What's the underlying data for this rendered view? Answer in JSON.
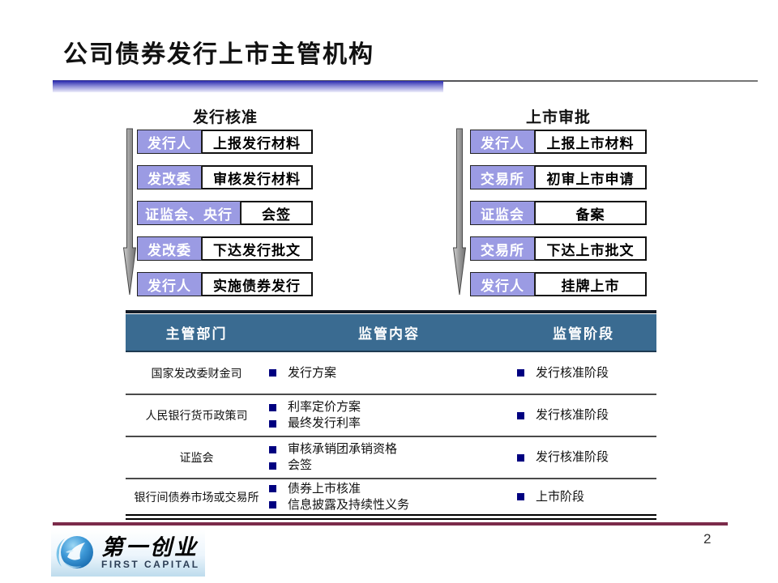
{
  "slide": {
    "title": "公司债券发行上市主管机构",
    "page_number": "2"
  },
  "flowcharts": [
    {
      "title": "发行核准",
      "steps": [
        {
          "actor": "发行人",
          "action": "上报发行材料",
          "wide": false
        },
        {
          "actor": "发改委",
          "action": "审核发行材料",
          "wide": false
        },
        {
          "actor": "证监会、央行",
          "action": "会签",
          "wide": true
        },
        {
          "actor": "发改委",
          "action": "下达发行批文",
          "wide": false
        },
        {
          "actor": "发行人",
          "action": "实施债券发行",
          "wide": false
        }
      ]
    },
    {
      "title": "上市审批",
      "steps": [
        {
          "actor": "发行人",
          "action": "上报上市材料",
          "wide": false
        },
        {
          "actor": "交易所",
          "action": "初审上市申请",
          "wide": false
        },
        {
          "actor": "证监会",
          "action": "备案",
          "wide": false
        },
        {
          "actor": "交易所",
          "action": "下达上市批文",
          "wide": false
        },
        {
          "actor": "发行人",
          "action": "挂牌上市",
          "wide": false
        }
      ]
    }
  ],
  "table": {
    "headers": [
      "主管部门",
      "监管内容",
      "监管阶段"
    ],
    "rows": [
      {
        "department": "国家发改委财金司",
        "contents": [
          "发行方案"
        ],
        "stage": "发行核准阶段"
      },
      {
        "department": "人民银行货币政策司",
        "contents": [
          "利率定价方案",
          "最终发行利率"
        ],
        "stage": "发行核准阶段"
      },
      {
        "department": "证监会",
        "contents": [
          "审核承销团承销资格",
          "会签"
        ],
        "stage": "发行核准阶段"
      },
      {
        "department": "银行间债券市场或交易所",
        "contents": [
          "债券上市核准",
          "信息披露及持续性义务"
        ],
        "stage": "上市阶段"
      }
    ]
  },
  "footer": {
    "logo_cn": "第一创业",
    "logo_en": "FIRST CAPITAL"
  },
  "colors": {
    "accent_purple": "#9b9be3",
    "header_blue": "#3a6b91",
    "band_navy": "#141b26",
    "bullet_navy": "#000080",
    "maroon": "#7c2b4a",
    "bar_blue": "#2b2baf"
  }
}
